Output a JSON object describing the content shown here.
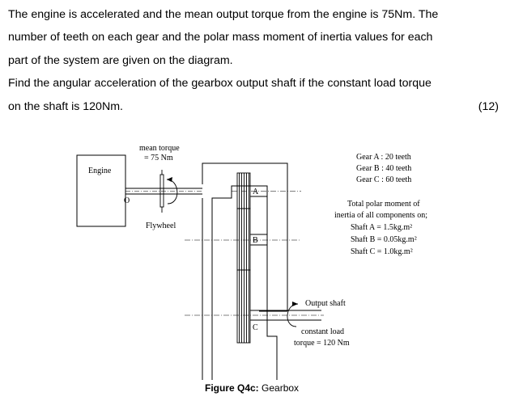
{
  "question": {
    "line1": "The engine is accelerated and the mean output torque from the engine is 75Nm. The",
    "line2": "number of teeth on each gear and the polar mass moment of inertia values for each",
    "line3": "part of the system are given on the diagram.",
    "line4": "Find the angular acceleration of the gearbox output shaft if the constant load torque",
    "line5": "on the shaft is 120Nm.",
    "marks": "(12)"
  },
  "diagram": {
    "engine_label": "Engine",
    "mean_torque_line1": "mean torque",
    "mean_torque_line2": "= 75 Nm",
    "flywheel_label": "Flywheel",
    "origin_marker": "O",
    "gear_a_marker": "A",
    "gear_b_marker": "B",
    "gear_c_marker": "C",
    "gears": {
      "a": "Gear A : 20 teeth",
      "b": "Gear B : 40 teeth",
      "c": "Gear C : 60 teeth"
    },
    "inertia_heading1": "Total polar moment of",
    "inertia_heading2": "inertia of all components on;",
    "shafts": {
      "a": "Shaft A = 1.5kg.m²",
      "b": "Shaft B = 0.05kg.m²",
      "c": "Shaft C = 1.0kg.m²"
    },
    "output_shaft_label": "Output shaft",
    "load_line1": "constant load",
    "load_line2": "torque = 120 Nm",
    "caption_bold": "Figure Q4c:",
    "caption_rest": " Gearbox"
  }
}
